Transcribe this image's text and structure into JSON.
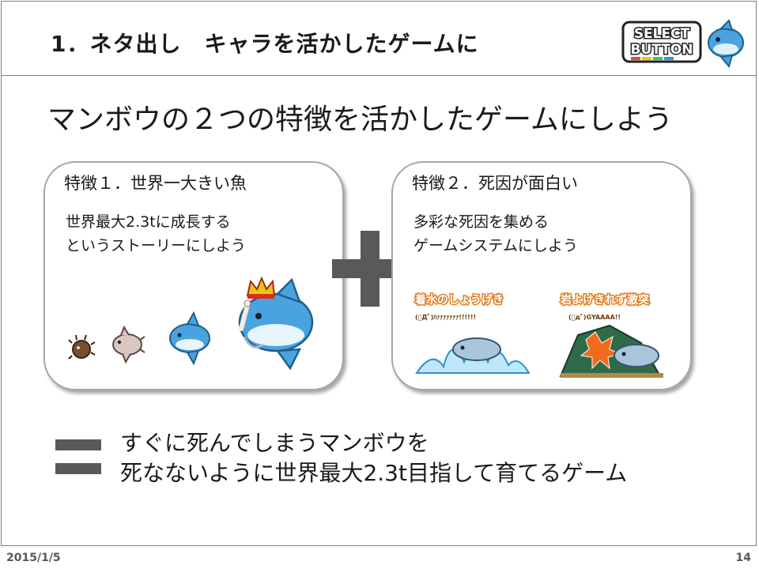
{
  "header": {
    "title": "1．ネタ出し　キャラを活かしたゲームに",
    "logo_line1": "SELECT",
    "logo_line2": "BUTTON"
  },
  "subtitle": "マンボウの２つの特徴を活かしたゲームにしよう",
  "features": [
    {
      "title": "特徴１．世界一大きい魚",
      "desc_lines": [
        "世界最大2.3tに成長する",
        "というストーリーにしよう"
      ]
    },
    {
      "title": "特徴２．死因が面白い",
      "desc_lines": [
        "多彩な死因を集める",
        "ゲームシステムにしよう"
      ],
      "scenes": [
        {
          "caption": "着水のしょうげき",
          "sound": "(ﾟДﾟ)ﾊｧｧｧｧｧｧｧ!!!!!!"
        },
        {
          "caption": "岩よけきれず激突",
          "sound": "(ﾟдﾟ)GYAAAA!!"
        }
      ]
    }
  ],
  "conclusion_lines": [
    "すぐに死んでしまうマンボウを",
    "死なないように世界最大2.3t目指して育てるゲーム"
  ],
  "footer": {
    "date": "2015/1/5",
    "page": "14"
  },
  "colors": {
    "fish_blue": "#4aa3df",
    "symbol_gray": "#595959",
    "card_border": "#a6a6a6",
    "banner_orange": "#f39c12"
  }
}
